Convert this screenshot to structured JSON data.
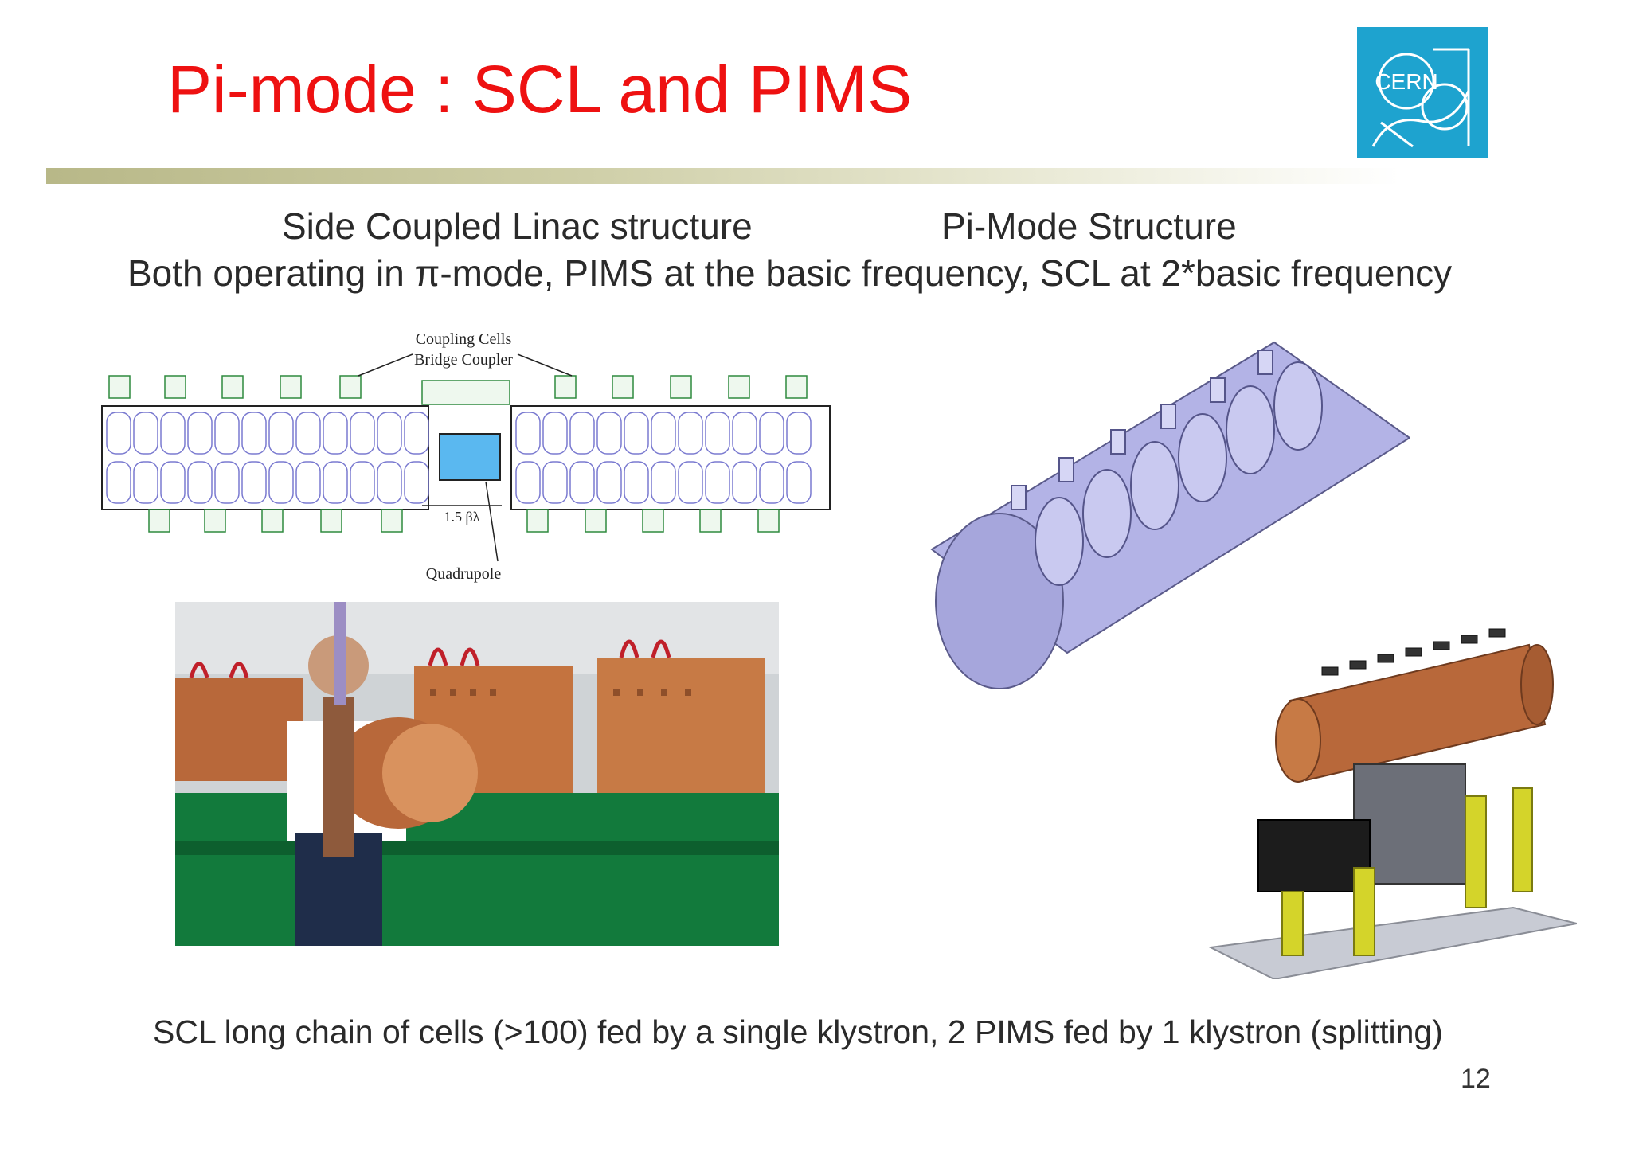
{
  "title": "Pi-mode : SCL and PIMS",
  "logo": {
    "text": "CERN",
    "color": "#1ea3cf"
  },
  "subtitles": {
    "left": "Side Coupled Linac structure",
    "right": "Pi-Mode Structure"
  },
  "description": "Both operating in π-mode, PIMS at the basic frequency, SCL at 2*basic frequency",
  "diagram": {
    "label_coupling": "Coupling Cells",
    "label_bridge": "Bridge Coupler",
    "label_spacing": "1.5 βλ",
    "label_quadrupole": "Quadrupole"
  },
  "footer": "SCL long chain of cells (>100) fed by a single klystron, 2 PIMS fed by 1 klystron (splitting)",
  "page_number": "12",
  "colors": {
    "title": "#ee1111",
    "text": "#2a2a2a",
    "quad": "#5ab8f0",
    "copper": "#b8683a",
    "green": "#127a3c",
    "cad": "#a8a8e0"
  }
}
